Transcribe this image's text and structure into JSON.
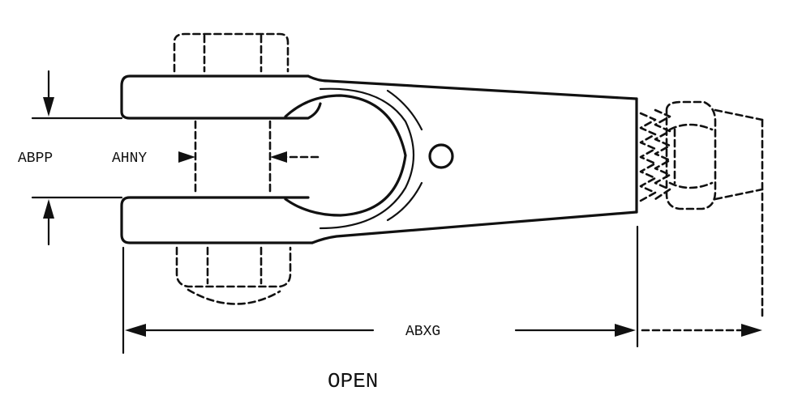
{
  "labels": {
    "dim_abpp": "ABPP",
    "dim_ahny": "AHNY",
    "dim_abxg": "ABXG",
    "caption": "OPEN"
  },
  "colors": {
    "ink": "#111111",
    "background": "#ffffff"
  }
}
